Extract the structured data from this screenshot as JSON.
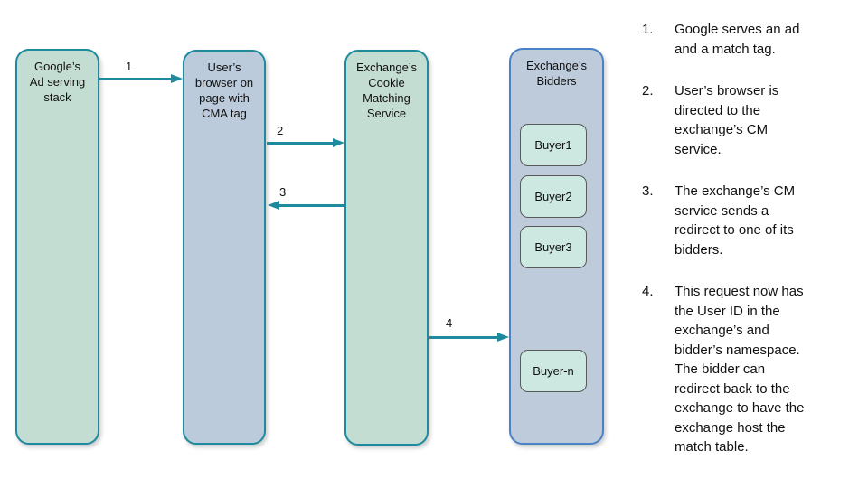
{
  "diagram": {
    "nodes": {
      "google": {
        "label": "Google’s\nAd serving\nstack"
      },
      "browser": {
        "label": "User’s\nbrowser on\npage with\nCMA tag"
      },
      "cm": {
        "label": "Exchange’s\nCookie\nMatching\nService"
      },
      "bidders": {
        "label": "Exchange’s\nBidders"
      }
    },
    "buyers": [
      "Buyer1",
      "Buyer2",
      "Buyer3",
      "Buyer-n"
    ],
    "arrow_labels": [
      "1",
      "2",
      "3",
      "4"
    ]
  },
  "steps": [
    {
      "num": "1.",
      "text": "Google serves an ad\nand a match tag."
    },
    {
      "num": "2.",
      "text": "User’s browser is\ndirected to the\nexchange’s CM\nservice."
    },
    {
      "num": "3.",
      "text": "The exchange’s CM\nservice sends a\nredirect to one of its\nbidders."
    },
    {
      "num": "4.",
      "text": "This request now has\nthe User ID in the\nexchange’s and\nbidder’s namespace.\nThe bidder can\nredirect back to the\nexchange to have the\nexchange host the\nmatch table."
    }
  ],
  "colors": {
    "node_green_fill": "#c4ddd3",
    "node_blue_fill": "#bccbdb",
    "bidders_fill": "#bdcbda",
    "buyer_fill": "#cde7e1",
    "teal_border": "#1d8a9e",
    "blue_border": "#4a82c6",
    "buyer_border": "#595959",
    "arrow": "#1d8a9e",
    "text": "#111111"
  }
}
